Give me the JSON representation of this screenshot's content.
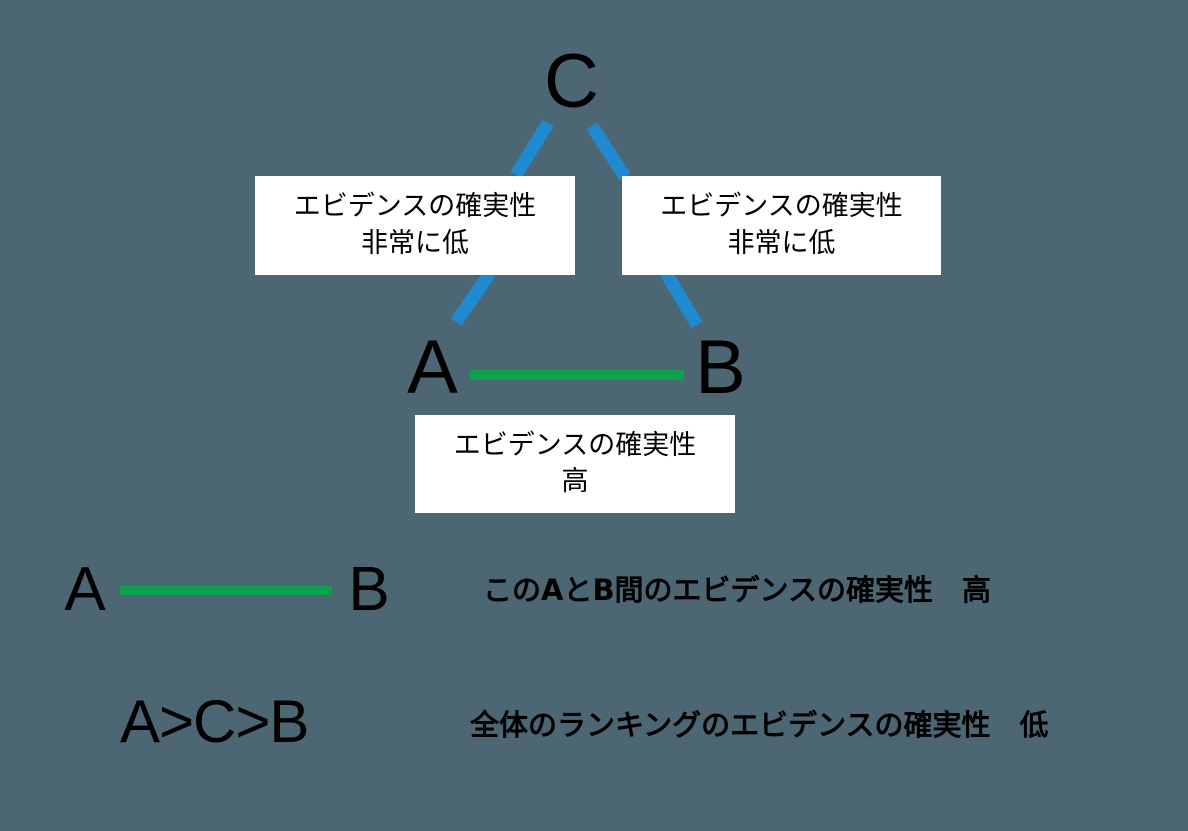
{
  "meta": {
    "background_color": "#4c6773",
    "link_blue": "#1f8ad0",
    "link_green": "#0ba24e",
    "box_fill": "#ffffff",
    "text_color": "#000000"
  },
  "network": {
    "nodes": [
      {
        "id": "C",
        "label": "C"
      },
      {
        "id": "A",
        "label": "A"
      },
      {
        "id": "B",
        "label": "B"
      }
    ],
    "edges": [
      {
        "id": "c-a",
        "from": "C",
        "to": "A",
        "color": "#1f8ad0",
        "certainty_line1": "エビデンスの確実性",
        "certainty_line2": "非常に低"
      },
      {
        "id": "c-b",
        "from": "C",
        "to": "B",
        "color": "#1f8ad0",
        "certainty_line1": "エビデンスの確実性",
        "certainty_line2": "非常に低"
      },
      {
        "id": "a-b",
        "from": "A",
        "to": "B",
        "color": "#0ba24e",
        "certainty_line1": "エビデンスの確実性",
        "certainty_line2": "高"
      }
    ]
  },
  "legend": {
    "rows": [
      {
        "id": "direct-ab",
        "left_start_label": "A",
        "left_end_label": "B",
        "connector_color": "#0ba24e",
        "description": "このAとB間のエビデンスの確実性　高"
      },
      {
        "id": "overall-ranking",
        "ranking": "A>C>B",
        "description": "全体のランキングのエビデンスの確実性　低"
      }
    ]
  }
}
